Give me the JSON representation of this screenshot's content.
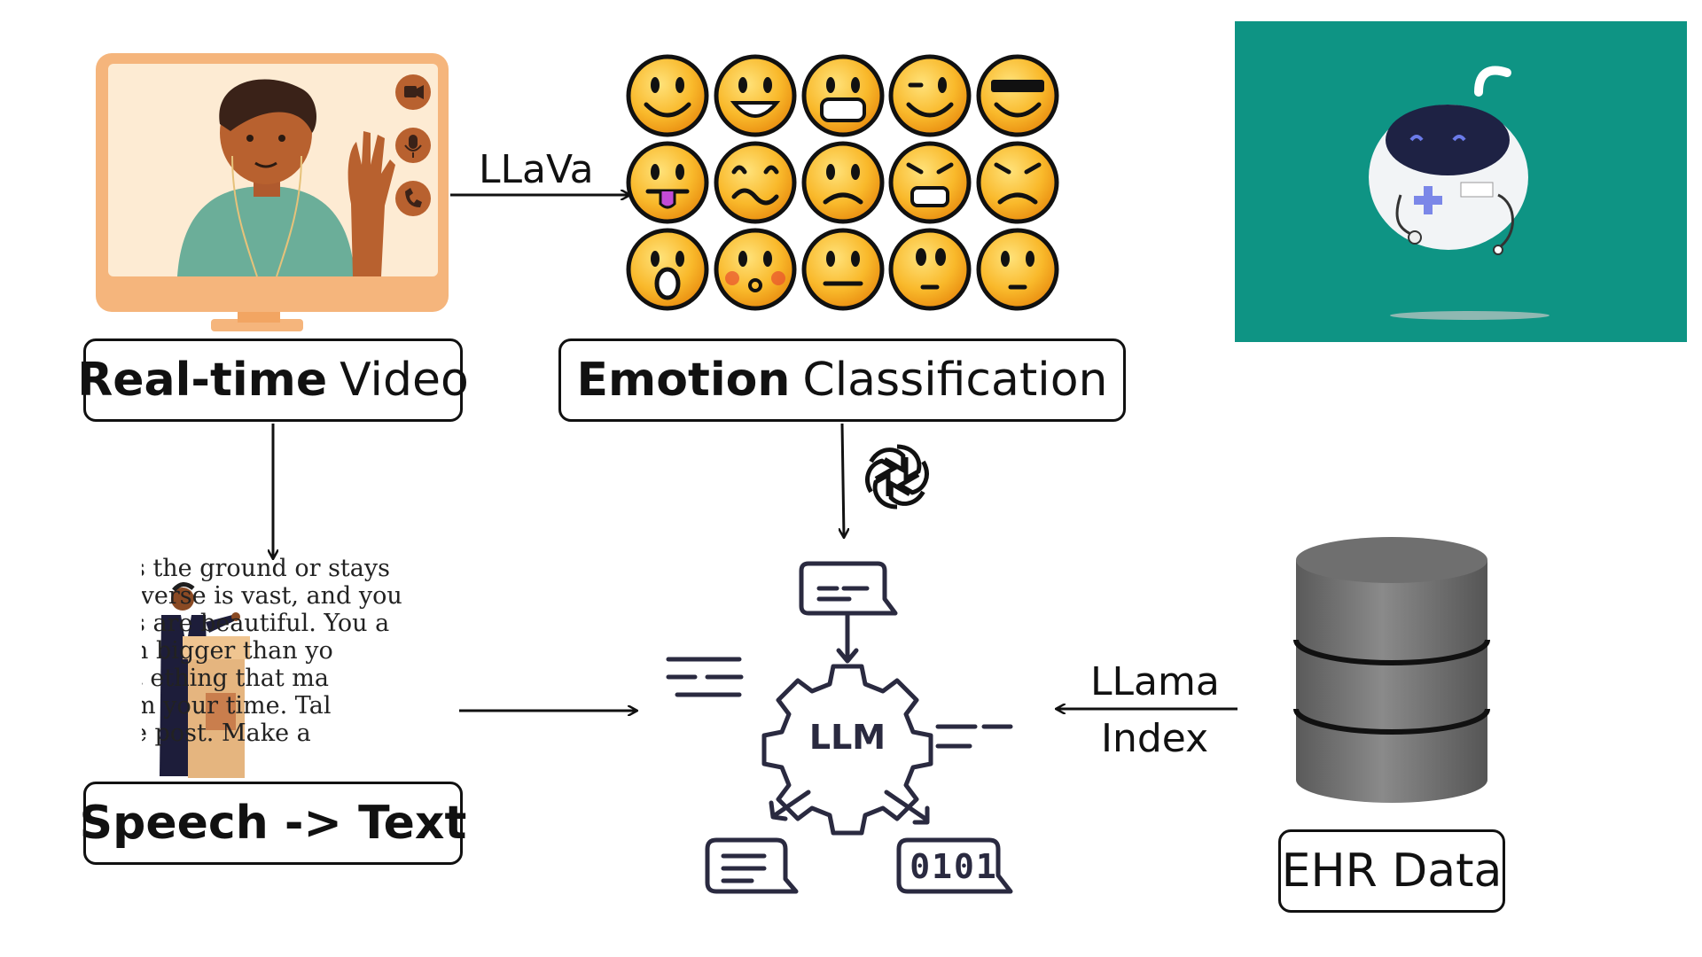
{
  "nodes": {
    "realtime_video": {
      "bold": "Real-time",
      "light": "Video"
    },
    "emotion_classification": {
      "bold": "Emotion",
      "light": "Classification"
    },
    "speech_to_text": {
      "bold": "Speech -> Text"
    },
    "ehr_data": {
      "label": "EHR Data"
    },
    "llm": {
      "label": "LLM"
    }
  },
  "edges": {
    "video_to_emotion": "LLaVa",
    "ehr_to_llm_line1": "LLama",
    "ehr_to_llm_line2": "Index"
  },
  "speech_sample_lines": [
    "s the ground or stays",
    "iverse is vast, and you",
    "s are beautiful. You a",
    "n   bigger than yo",
    "t   ething that ma",
    "m   your time. Tal",
    "e   post. Make a"
  ],
  "binary_bubble_text": "0101",
  "icons": {
    "video": "video-camera-icon",
    "mic": "microphone-icon",
    "phone": "phone-icon",
    "openai": "openai-logo-icon",
    "database": "database-icon",
    "robot": "medical-robot-icon"
  },
  "colors": {
    "teal_panel": "#0E9484",
    "monitor_orange": "#F5B57C",
    "monitor_screen": "#FDEBD3",
    "emoji_yellow": "#F9B92B",
    "database_gray": "#707070"
  }
}
